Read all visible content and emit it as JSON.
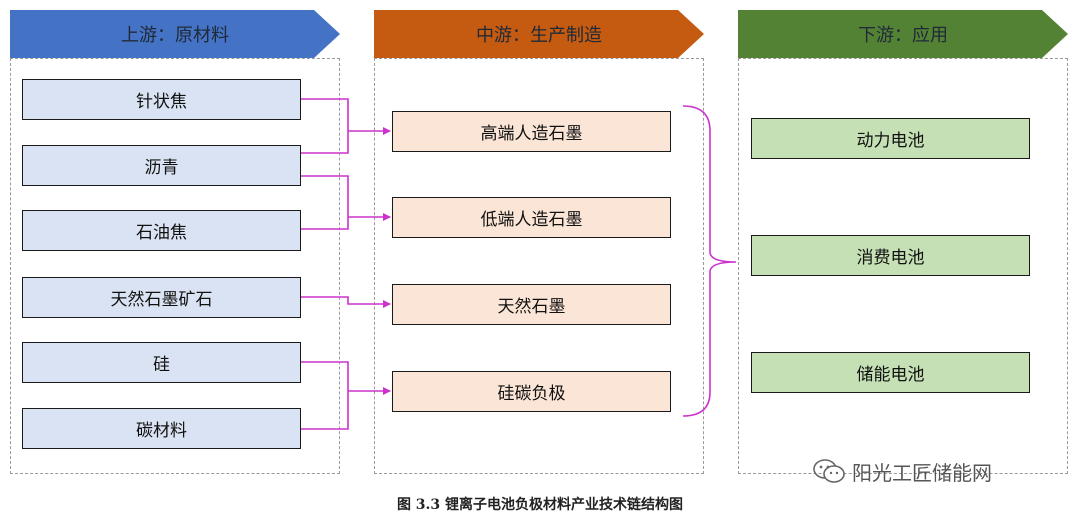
{
  "header": {
    "upstream": "上游：原材料",
    "midstream": "中游：生产制造",
    "downstream": "下游：应用"
  },
  "upstream": [
    "针状焦",
    "沥青",
    "石油焦",
    "天然石墨矿石",
    "硅",
    "碳材料"
  ],
  "midstream": [
    "高端人造石墨",
    "低端人造石墨",
    "天然石墨",
    "硅碳负极"
  ],
  "downstream": [
    "动力电池",
    "消费电池",
    "储能电池"
  ],
  "caption": "图 3.3 锂离子电池负极材料产业技术链结构图",
  "watermark": "阳光工匠储能网",
  "colors": {
    "upstream_header": "#4472c4",
    "midstream_header": "#c55a11",
    "downstream_header": "#548235",
    "upstream_box": "#dae3f3",
    "midstream_box": "#fbe5d6",
    "downstream_box": "#c5e0b4",
    "connector": "#cc33cc"
  },
  "icons": {
    "watermark": "wechat-icon"
  }
}
